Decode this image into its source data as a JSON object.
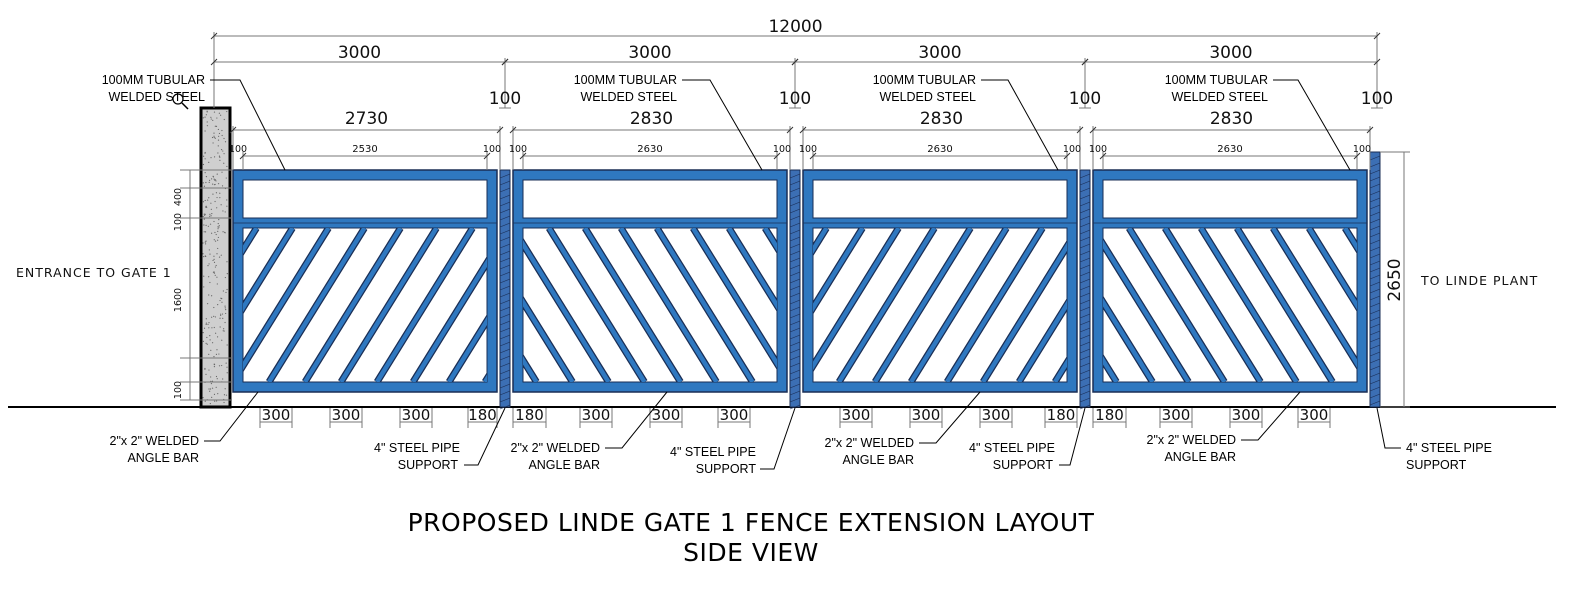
{
  "title_line1": "PROPOSED LINDE GATE 1 FENCE EXTENSION LAYOUT",
  "title_line2": "SIDE VIEW",
  "overall_dim": "12000",
  "bay_dims": [
    "3000",
    "3000",
    "3000",
    "3000"
  ],
  "post_dims": [
    "100",
    "100",
    "100",
    "100"
  ],
  "panel_dims": [
    "2730",
    "2830",
    "2830",
    "2830"
  ],
  "inner_dims": [
    "2530",
    "2630",
    "2630",
    "2630"
  ],
  "frame_dim": "100",
  "height_overall": "2650",
  "height_parts": [
    "100",
    "400",
    "1600",
    "100"
  ],
  "spacing_dims": {
    "bay1": [
      "300",
      "300",
      "300",
      "180"
    ],
    "bay2": [
      "180",
      "300",
      "300",
      "300"
    ],
    "bay3": [
      "300",
      "300",
      "300",
      "180"
    ],
    "bay4": [
      "180",
      "300",
      "300",
      "300"
    ]
  },
  "left_side_label": "ENTRANCE TO GATE 1",
  "right_side_label": "TO LINDE PLANT",
  "callouts": {
    "tubular_steel": [
      "100MM TUBULAR",
      "WELDED STEEL"
    ],
    "angle_bar": [
      "2\"x 2\" WELDED",
      "ANGLE BAR"
    ],
    "pipe_support": [
      "4\" STEEL PIPE",
      "SUPPORT"
    ]
  },
  "colors": {
    "frame": "#2f78c0",
    "frame_outline": "#1a2e55",
    "post": "#3c6fb4",
    "concrete": "#cfcfcf"
  }
}
